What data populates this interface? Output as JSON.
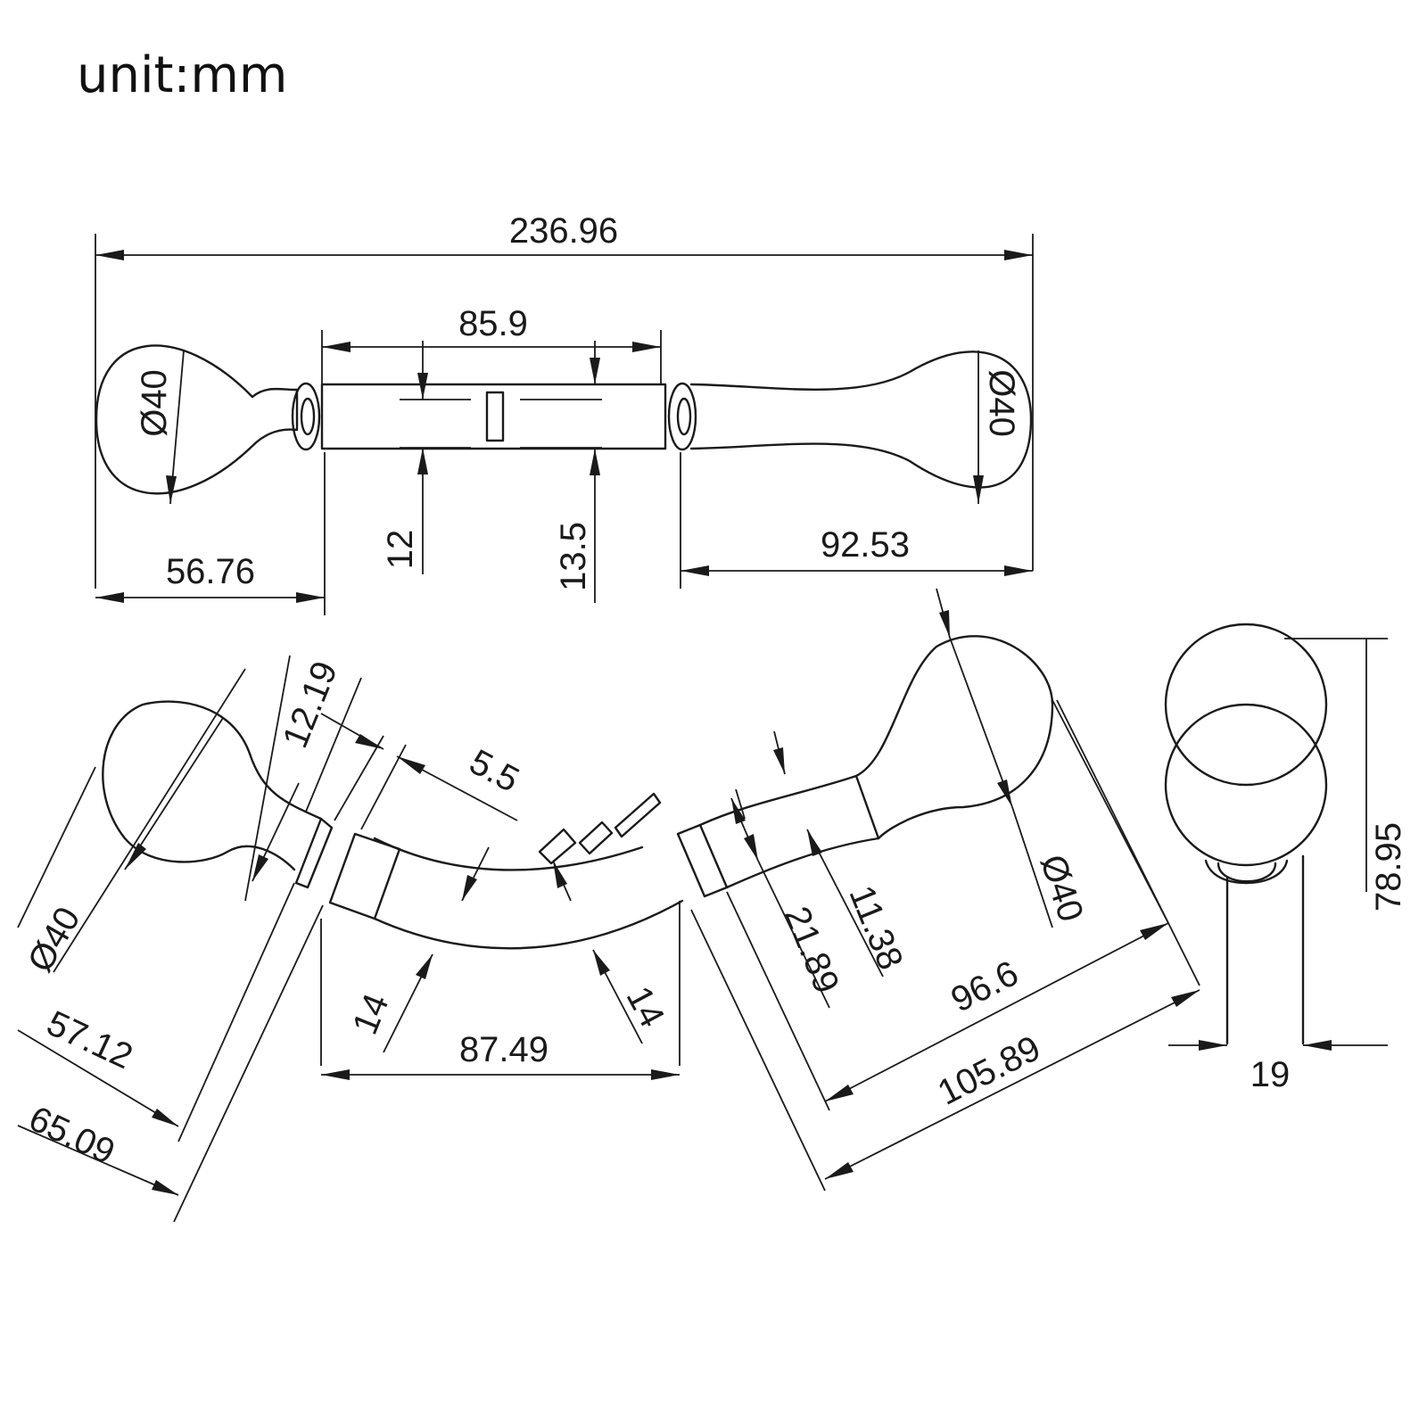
{
  "unit_label": "unit:mm",
  "dims": {
    "overall_length": "236.96",
    "sleeve_length": "85.9",
    "ball_diameter_left": "Ø40",
    "ball_diameter_right": "Ø40",
    "inner_height": "12",
    "outer_height": "13.5",
    "left_section": "56.76",
    "right_section": "92.53",
    "ring_width": "12.19",
    "gap": "5.5",
    "left_thick": "14",
    "right_thick": "14",
    "curved_span": "87.49",
    "ball_diameter_curved_left": "Ø40",
    "ball_diameter_curved_right": "Ø40",
    "left_arm_inner": "57.12",
    "left_arm_outer": "65.09",
    "neck_width": "11.38",
    "cone_width": "21.89",
    "right_arm_inner": "96.6",
    "right_arm_outer": "105.89",
    "side_height": "78.95",
    "side_width": "19"
  }
}
